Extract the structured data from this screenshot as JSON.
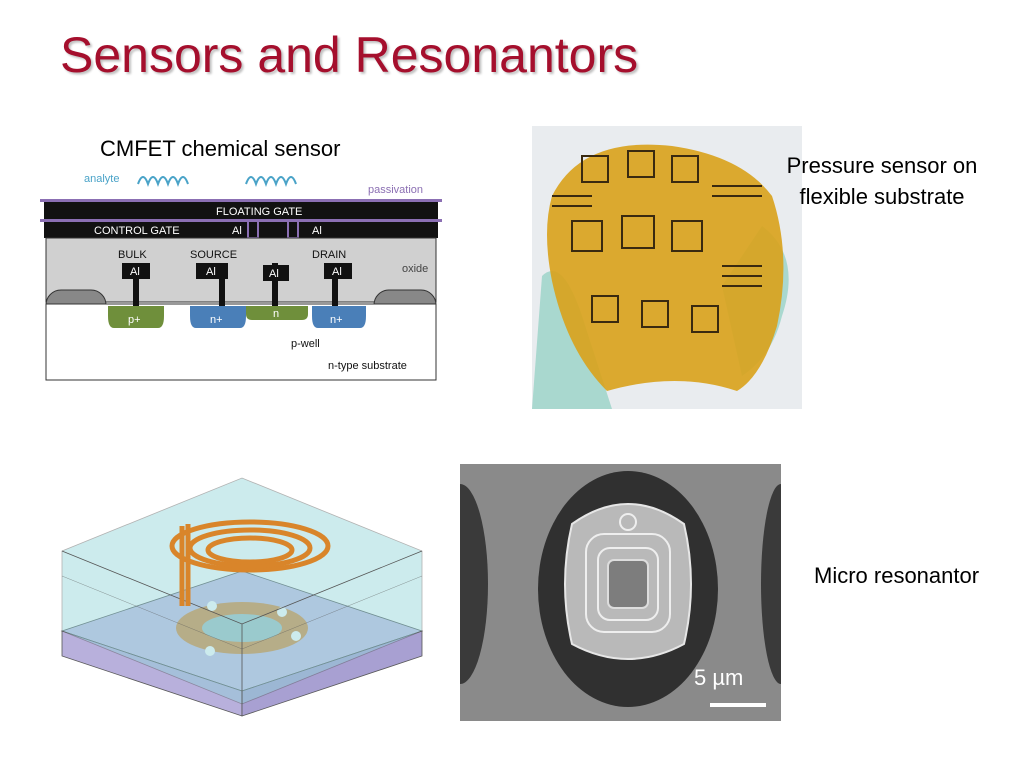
{
  "slide": {
    "title": "Sensors and Resonantors"
  },
  "cmfet": {
    "caption": "CMFET chemical sensor",
    "labels": {
      "analyte": "analyte",
      "passivation": "passivation",
      "floating_gate": "FLOATING GATE",
      "control_gate": "CONTROL GATE",
      "al": "Al",
      "bulk": "BULK",
      "source": "SOURCE",
      "drain": "DRAIN",
      "oxide": "oxide",
      "p_plus": "p+",
      "n_plus": "n+",
      "n": "n",
      "p_well": "p-well",
      "substrate": "n-type substrate"
    }
  },
  "pressure": {
    "caption_line1": "Pressure sensor on",
    "caption_line2": "flexible substrate"
  },
  "resonator": {
    "caption": "Micro resonantor",
    "scale_label": "5 µm"
  },
  "colors": {
    "title": "#a50f2d",
    "passivation": "#8b6fb3",
    "analyte": "#4aa3c8",
    "p_region": "#6f8f3b",
    "n_region": "#4a7fb8",
    "polyimide": "#d9a21a",
    "glove": "#a9d8cf"
  }
}
